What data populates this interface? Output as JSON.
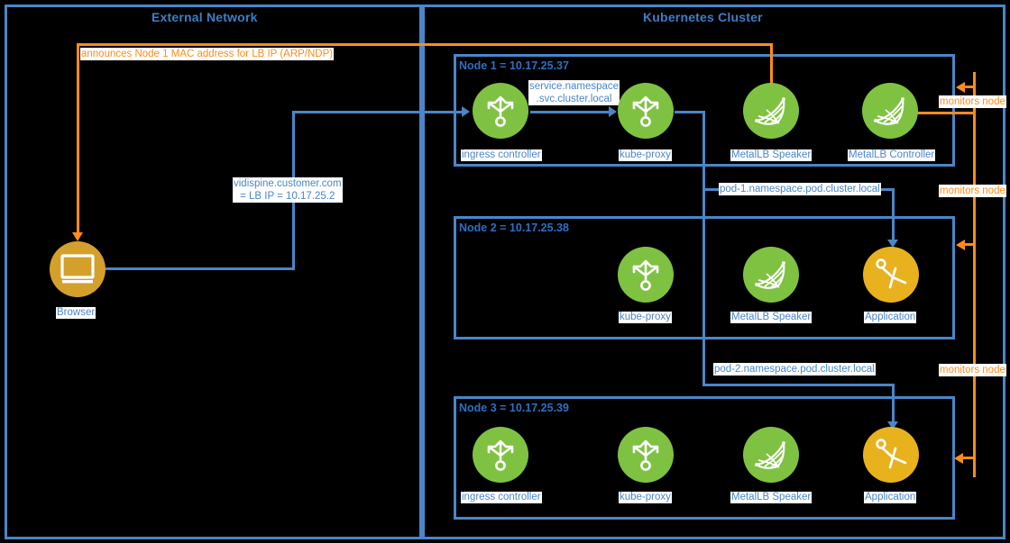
{
  "zones": {
    "external": {
      "title": "External Network"
    },
    "cluster": {
      "title": "Kubernetes Cluster"
    }
  },
  "nodes": [
    {
      "title": "Node 1 = 10.17.25.37"
    },
    {
      "title": "Node 2 = 10.17.25.38"
    },
    {
      "title": "Node 3 = 10.17.25.39"
    }
  ],
  "pods": {
    "browser": {
      "label": "Browser",
      "icon": "monitor-icon",
      "color": "#d3a02c"
    },
    "n1_ingress": {
      "label": "ingress controller",
      "icon": "routing-icon",
      "color": "#7fc242"
    },
    "n1_kubeproxy": {
      "label": "kube-proxy",
      "icon": "routing-icon",
      "color": "#7fc242"
    },
    "n1_speaker": {
      "label": "MetalLB Speaker",
      "icon": "metallb-icon",
      "color": "#7fc242"
    },
    "n1_controller": {
      "label": "MetalLB Controller",
      "icon": "metallb-icon",
      "color": "#7fc242"
    },
    "n2_kubeproxy": {
      "label": "kube-proxy",
      "icon": "routing-icon",
      "color": "#7fc242"
    },
    "n2_speaker": {
      "label": "MetalLB Speaker",
      "icon": "metallb-icon",
      "color": "#7fc242"
    },
    "n2_application": {
      "label": "Application",
      "icon": "app-icon",
      "color": "#e8b21e"
    },
    "n3_ingress": {
      "label": "ingress controller",
      "icon": "routing-icon",
      "color": "#7fc242"
    },
    "n3_kubeproxy": {
      "label": "kube-proxy",
      "icon": "routing-icon",
      "color": "#7fc242"
    },
    "n3_speaker": {
      "label": "MetalLB Speaker",
      "icon": "metallb-icon",
      "color": "#7fc242"
    },
    "n3_application": {
      "label": "Application",
      "icon": "app-icon",
      "color": "#e8b21e"
    }
  },
  "edge_labels": {
    "arp_announce": "announces Node 1 MAC address for LB IP (ARP/NDP)",
    "lb_ip_line1": "vidispine.customer.com",
    "lb_ip_line2": "= LB IP = 10.17.25.2",
    "svc_dns_line1": "service.namespace",
    "svc_dns_line2": ".svc.cluster.local",
    "pod1_dns": "pod-1.namespace.pod.cluster.local",
    "pod2_dns": "pod-2.namespace.pod.cluster.local",
    "monitors_1": "monitors node",
    "monitors_2": "monitors node",
    "monitors_3": "monitors node"
  },
  "colors": {
    "background": "#000000",
    "blue": "#4a86c8",
    "orange": "#ff8c1a",
    "green": "#7fc242",
    "gold": "#e8b21e",
    "browser": "#d3a02c",
    "label_text": "#4a86c8",
    "label_bg": "#ffffff"
  }
}
